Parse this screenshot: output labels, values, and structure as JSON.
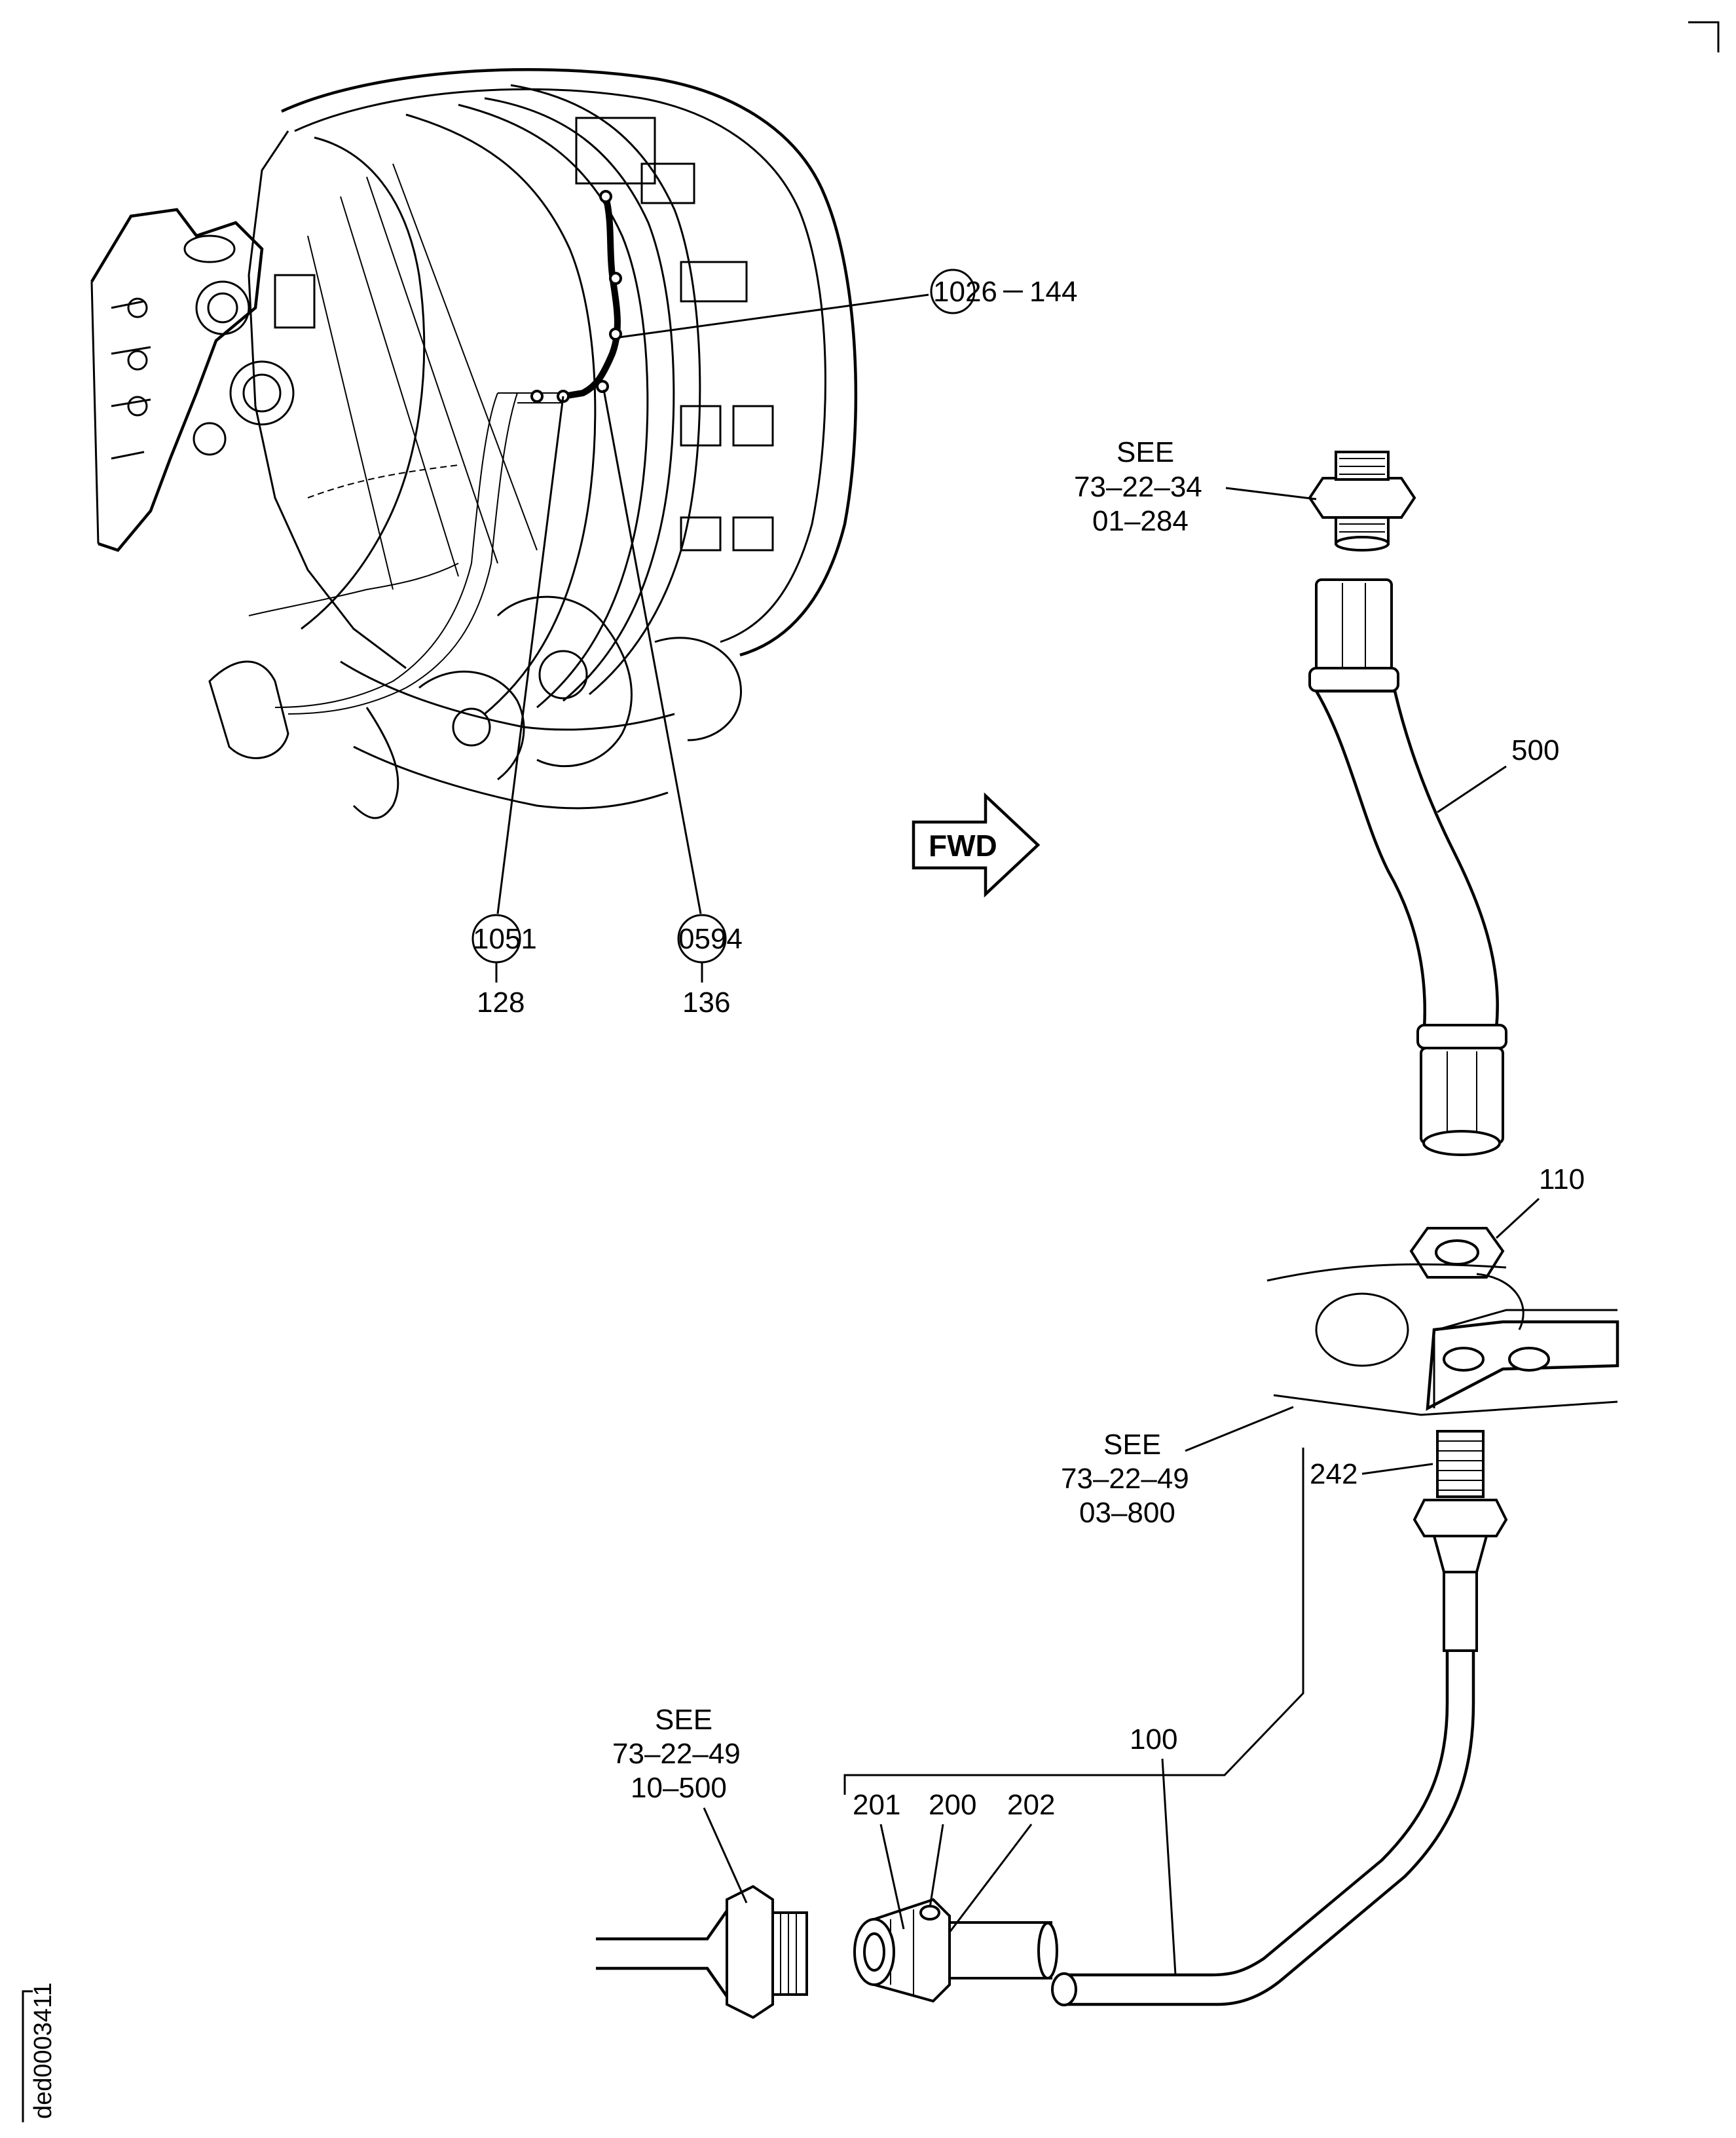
{
  "callouts": {
    "item_1026": "1026",
    "fig_144": "144",
    "item_1051": "1051",
    "fig_128": "128",
    "item_0594": "0594",
    "fig_136": "136",
    "see_top": {
      "line1": "SEE",
      "line2": "73–22–34",
      "line3": "01–284"
    },
    "see_mid": {
      "line1": "SEE",
      "line2": "73–22–49",
      "line3": "03–800"
    },
    "see_bottom": {
      "line1": "SEE",
      "line2": "73–22–49",
      "line3": "10–500"
    },
    "part_500": "500",
    "part_110": "110",
    "part_242": "242",
    "part_100": "100",
    "part_201": "201",
    "part_200": "200",
    "part_202": "202"
  },
  "fwd_label": "FWD",
  "drawing_id": "ded0003411",
  "colors": {
    "ink": "#000000",
    "paper": "#ffffff"
  }
}
